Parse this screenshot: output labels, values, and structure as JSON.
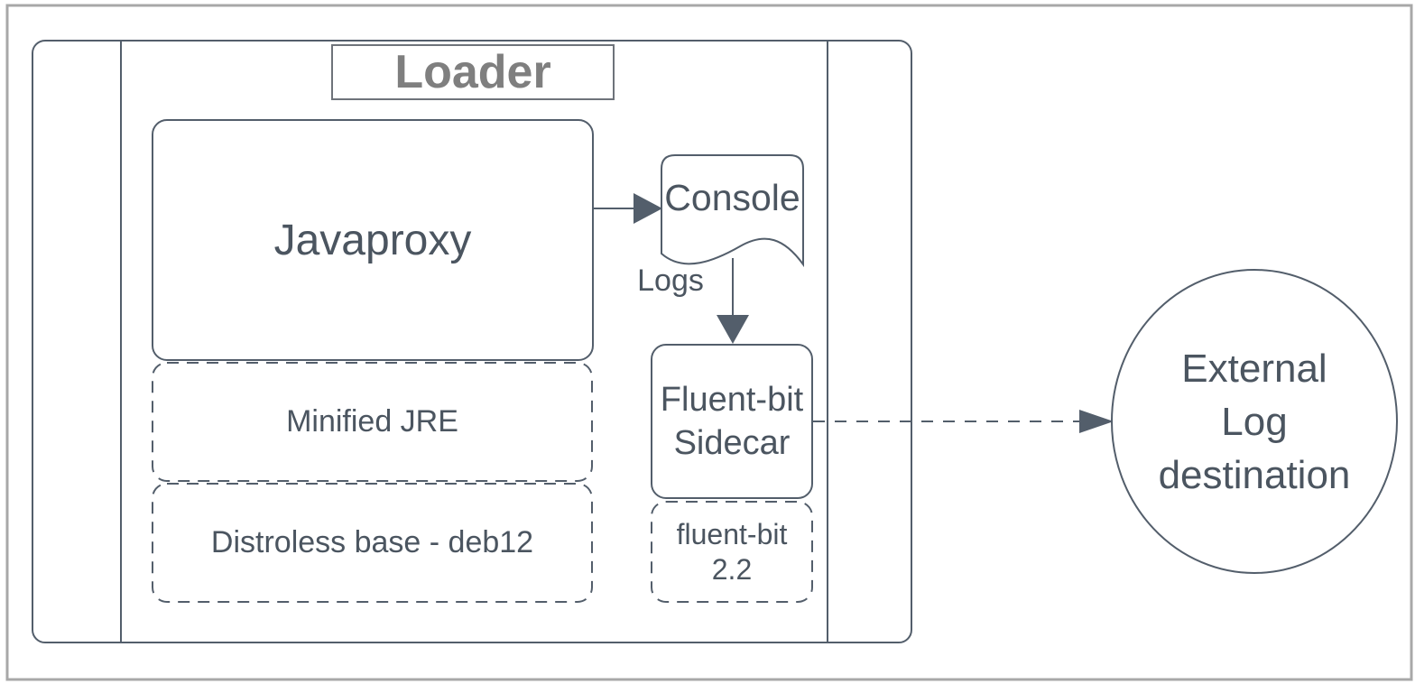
{
  "colors": {
    "stroke": "#535e6b",
    "text": "#4b5560",
    "loader_text": "#7f7f7f",
    "loader_border": "#6e737a",
    "frame": "#a8a8a8",
    "canvas": "#ffffff"
  },
  "loader": {
    "label": "Loader"
  },
  "javaproxy": {
    "label": "Javaproxy"
  },
  "minified_jre": {
    "label": "Minified JRE"
  },
  "distroless_base": {
    "label": "Distroless base - deb12"
  },
  "console": {
    "label": "Console"
  },
  "logs_edge": {
    "label": "Logs"
  },
  "fluentbit_sidecar": {
    "line1": "Fluent-bit",
    "line2": "Sidecar"
  },
  "fluentbit_version": {
    "line1": "fluent-bit",
    "line2": "2.2"
  },
  "external_destination": {
    "line1": "External",
    "line2": "Log",
    "line3": "destination"
  }
}
